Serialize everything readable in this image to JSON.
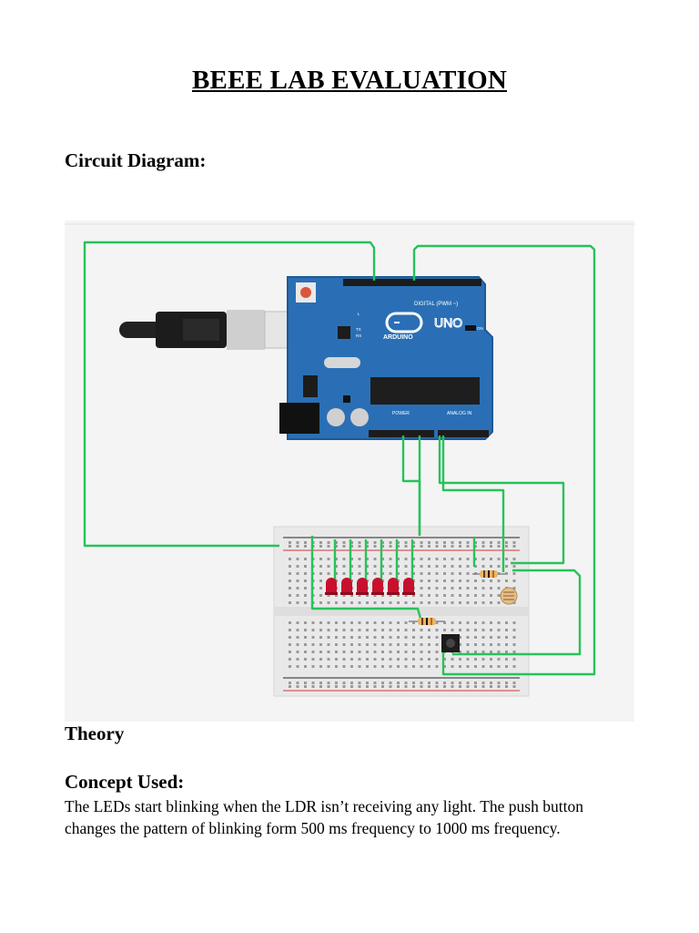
{
  "doc": {
    "title": "BEEE LAB EVALUATION",
    "circuit_heading": "Circuit Diagram:",
    "theory_heading": "Theory",
    "concept_heading": "Concept Used:",
    "concept_text": "The LEDs start blinking when the LDR  isn’t receiving any light. The push button changes the pattern of blinking form 500 ms frequency to 1000 ms frequency."
  },
  "figure": {
    "board_brand": "ARDUINO",
    "board_model": "UNO",
    "digital_label": "DIGITAL (PWM ~)",
    "power_label": "POWER",
    "analog_label": "ANALOG IN",
    "tx_label": "TX",
    "rx_label": "RX",
    "on_label": "ON",
    "l_label": "L",
    "led_count": 6,
    "colors": {
      "board": "#2a6fb5",
      "wire": "#27c25a",
      "led": "#c8102e",
      "breadboard": "#e9e9e9",
      "rail_red": "#d33",
      "rail_black": "#222"
    }
  }
}
